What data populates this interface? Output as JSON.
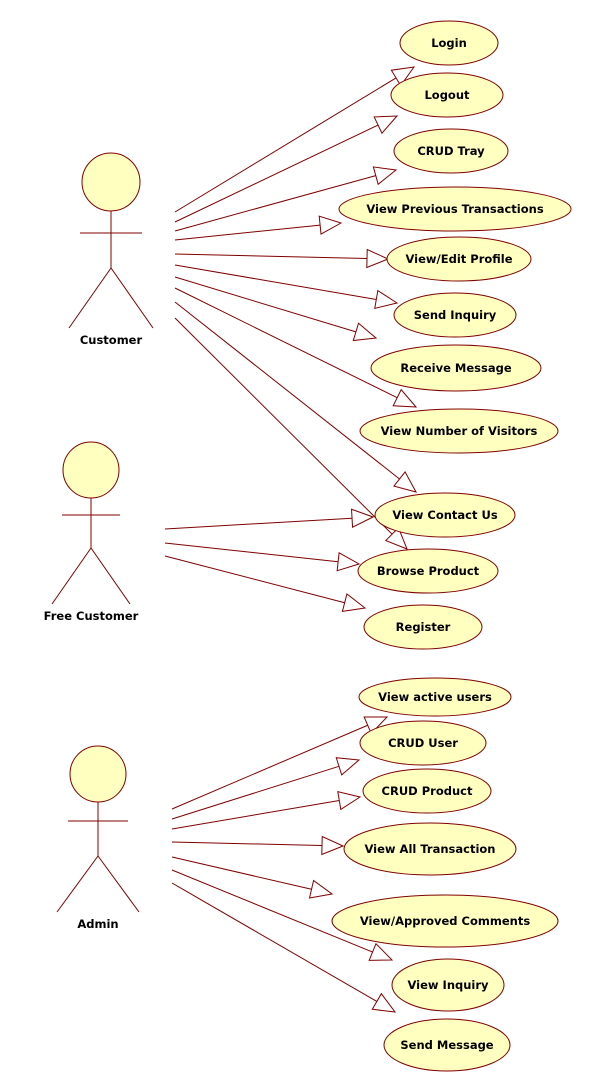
{
  "diagram": {
    "colors": {
      "stroke": "#800000",
      "fill": "#FFFFC0",
      "background": "#FFFFFF",
      "text": "#000000"
    },
    "actors": [
      {
        "id": "customer",
        "label": "Customer"
      },
      {
        "id": "free_customer",
        "label": "Free Customer"
      },
      {
        "id": "admin",
        "label": "Admin"
      }
    ],
    "use_cases": [
      {
        "id": "login",
        "label": "Login"
      },
      {
        "id": "logout",
        "label": "Logout"
      },
      {
        "id": "crud_tray",
        "label": "CRUD Tray"
      },
      {
        "id": "view_prev_tx",
        "label": "View Previous Transactions"
      },
      {
        "id": "view_edit_profile",
        "label": "View/Edit Profile"
      },
      {
        "id": "send_inquiry",
        "label": "Send Inquiry"
      },
      {
        "id": "receive_message",
        "label": "Receive Message"
      },
      {
        "id": "view_visitors",
        "label": "View Number of Visitors"
      },
      {
        "id": "view_contact",
        "label": "View Contact Us"
      },
      {
        "id": "browse_product",
        "label": "Browse Product"
      },
      {
        "id": "register",
        "label": "Register"
      },
      {
        "id": "view_active_users",
        "label": "View active users"
      },
      {
        "id": "crud_user",
        "label": "CRUD User"
      },
      {
        "id": "crud_product",
        "label": "CRUD Product"
      },
      {
        "id": "view_all_tx",
        "label": "View All Transaction"
      },
      {
        "id": "view_approved_comments",
        "label": "View/Approved Comments"
      },
      {
        "id": "view_inquiry",
        "label": "View Inquiry"
      },
      {
        "id": "send_message",
        "label": "Send Message"
      }
    ],
    "associations": [
      {
        "from": "customer",
        "to": "login"
      },
      {
        "from": "customer",
        "to": "logout"
      },
      {
        "from": "customer",
        "to": "crud_tray"
      },
      {
        "from": "customer",
        "to": "view_prev_tx"
      },
      {
        "from": "customer",
        "to": "view_edit_profile"
      },
      {
        "from": "customer",
        "to": "send_inquiry"
      },
      {
        "from": "customer",
        "to": "receive_message"
      },
      {
        "from": "customer",
        "to": "view_visitors"
      },
      {
        "from": "customer",
        "to": "view_contact"
      },
      {
        "from": "customer",
        "to": "browse_product"
      },
      {
        "from": "free_customer",
        "to": "view_contact"
      },
      {
        "from": "free_customer",
        "to": "browse_product"
      },
      {
        "from": "free_customer",
        "to": "register"
      },
      {
        "from": "admin",
        "to": "view_active_users"
      },
      {
        "from": "admin",
        "to": "crud_user"
      },
      {
        "from": "admin",
        "to": "crud_product"
      },
      {
        "from": "admin",
        "to": "view_all_tx"
      },
      {
        "from": "admin",
        "to": "view_approved_comments"
      },
      {
        "from": "admin",
        "to": "view_inquiry"
      },
      {
        "from": "admin",
        "to": "send_message"
      }
    ]
  }
}
